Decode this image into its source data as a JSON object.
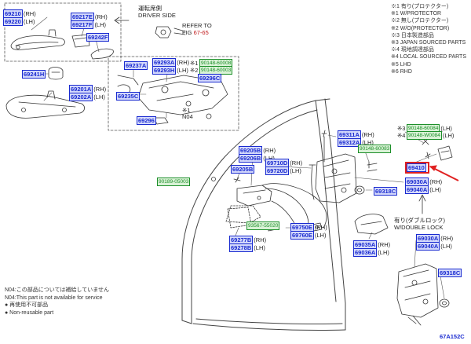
{
  "header": {
    "driver_side_jp": "運転席側",
    "driver_side_en": "DRIVER SIDE",
    "refer_to": "REFER TO",
    "fig_prefix": "FIG",
    "fig_ref": "67-65"
  },
  "notes": [
    "※1 有り(プロテクター)",
    "※1 W/PROTECTOR",
    "※2 無し(プロテクター)",
    "※2 W/O(PROTECTOR)",
    "※3 日本製造部品",
    "※3 JAPAN SOURCED PARTS",
    "※4 現地調達部品",
    "※4 LOCAL SOURCED PARTS",
    "※5 LHD",
    "※6 RHD"
  ],
  "parts": {
    "p69210": "69210",
    "p69220": "69220",
    "rh": "(RH)",
    "lh": "(LH)",
    "p69217E": "69217E",
    "p69217F": "69217F",
    "p69242F": "69242F",
    "p69241H": "69241H",
    "p69201A": "69201A",
    "p69202A": "69202A",
    "p69237A": "69237A",
    "p69293A": "69293A",
    "p69293H": "69293H",
    "g90148_60008": "90148-60008",
    "g90148_60003": "90148-60003",
    "p69296C": "69296C",
    "p69235C": "69235C",
    "p69296": "69296",
    "n04": "N04",
    "star1": "※1",
    "star2": "※2",
    "star3": "※3",
    "star4": "※4",
    "p69205B": "69205B",
    "p69206B": "69206B",
    "p69205BB": "69205B",
    "g90189_05003": "90189-05003",
    "p69710D": "69710D",
    "p69720D": "69720D",
    "p69311A": "69311A",
    "p69312A": "69312A",
    "g90148_60083": "90148-60083",
    "g90148_60084": "90148-60084",
    "g90148_w0084": "90148-W0084",
    "p69410": "69410",
    "p69030A": "69030A",
    "p69040A": "69040A",
    "p69318C": "69318C",
    "g93567_55020": "93567-55020",
    "p69750E": "69750E",
    "p69760E": "69760E",
    "p69277B": "69277B",
    "p69278B": "69278B",
    "p69035A": "69035A",
    "p69036A": "69036A",
    "p69030A2": "69030A",
    "p69040A2": "69040A",
    "p69318C2": "69318C"
  },
  "double_lock": {
    "jp": "有り(ダブルロック)",
    "en": "W/DOUBLE LOCK"
  },
  "footer": {
    "n04_jp": "N04:この部品については補給していません",
    "n04_en": "N04:This part is not available for service",
    "reuse_jp": "● 再使用不可部品",
    "reuse_en": "● Non-reusable part"
  },
  "figure_code": "67A152C",
  "colors": {
    "part_border": "#1a2bd0",
    "part_fill": "#d4d9fb",
    "green": "#1d8f2a",
    "highlight": "#e02020"
  }
}
